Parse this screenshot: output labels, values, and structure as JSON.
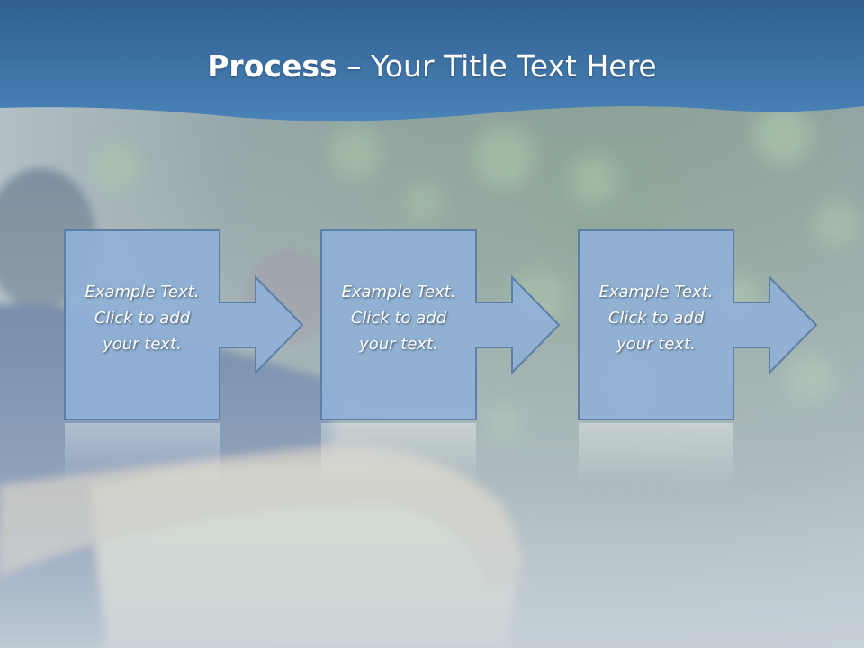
{
  "slide": {
    "title_bold": "Process",
    "title_rest": " – Your Title Text Here"
  },
  "steps": [
    {
      "line1": "Example Text.",
      "line2": "Click  to add",
      "line3": "your text."
    },
    {
      "line1": "Example Text.",
      "line2": "Click  to add",
      "line3": "your text."
    },
    {
      "line1": "Example Text.",
      "line2": "Click  to add",
      "line3": "your text."
    }
  ],
  "colors": {
    "banner": "#3f74a6",
    "box_fill": "#8fb1d6",
    "box_stroke": "#5d7fa6",
    "title_text": "#ffffff"
  }
}
